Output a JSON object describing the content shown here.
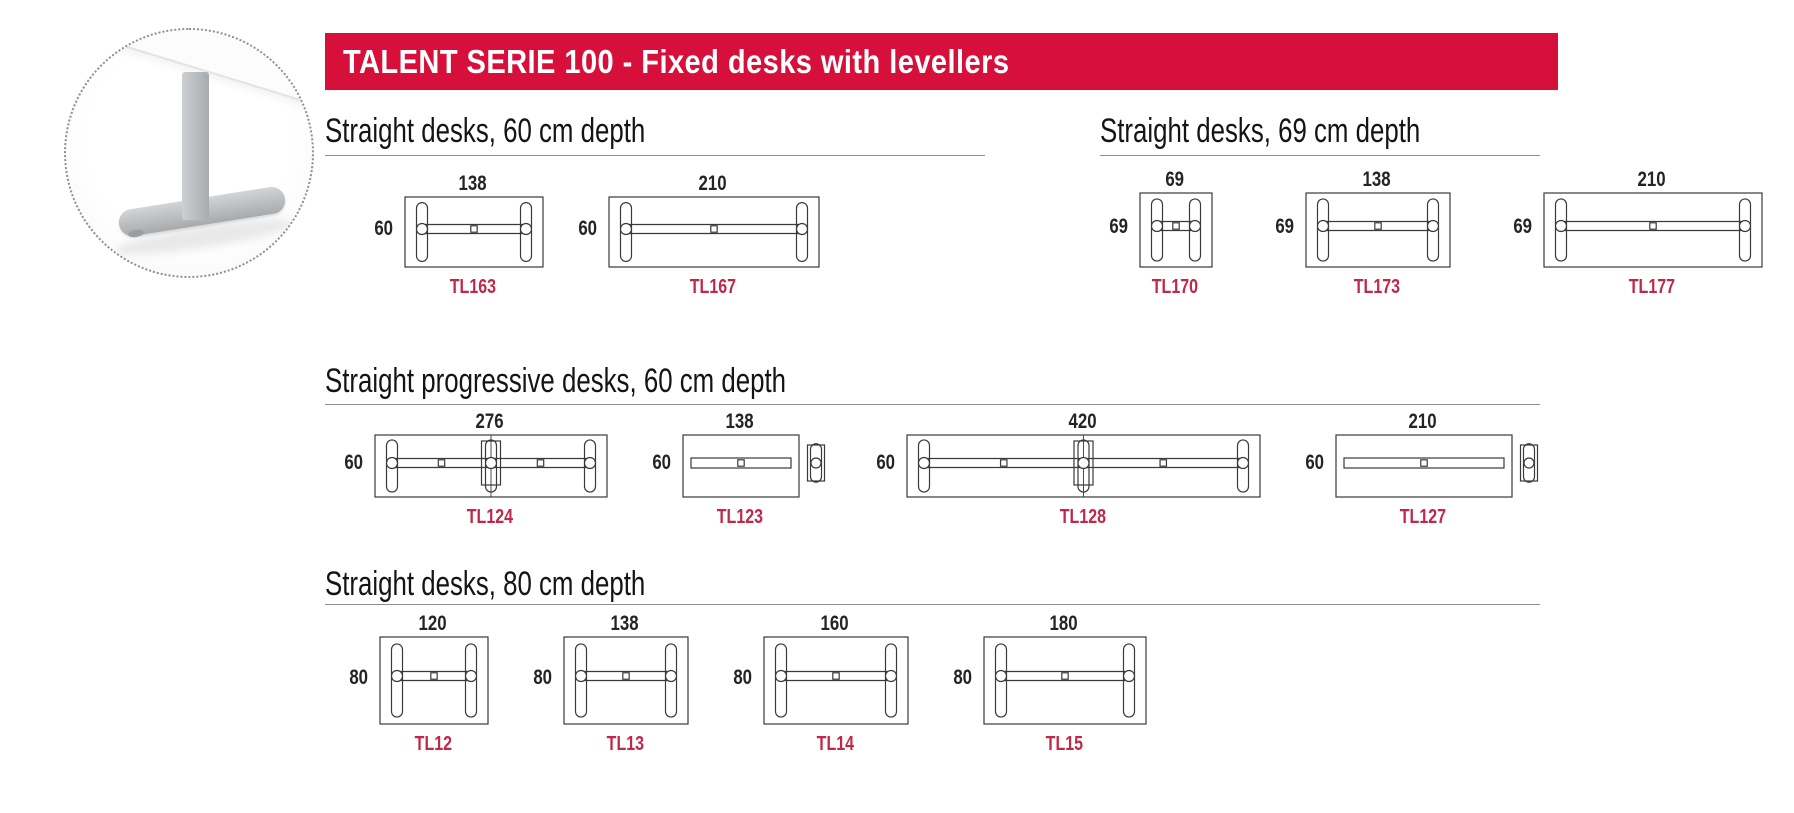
{
  "banner": {
    "title": "TALENT SERIE 100 - Fixed desks with levellers"
  },
  "colors": {
    "banner_bg": "#d6103a",
    "banner_fg": "#ffffff",
    "code": "#bf2848",
    "line": "#3a3a3a",
    "rule": "#8f8f8f"
  },
  "photo": {
    "caption": ""
  },
  "sections": [
    {
      "heading": "Straight desks, 60 cm depth",
      "desks": [
        {
          "width_cm": 138,
          "depth_cm": 60,
          "code": "TL163",
          "type": "standard"
        },
        {
          "width_cm": 210,
          "depth_cm": 60,
          "code": "TL167",
          "type": "standard"
        }
      ]
    },
    {
      "heading": "Straight desks, 69 cm depth",
      "desks": [
        {
          "width_cm": 69,
          "depth_cm": 69,
          "code": "TL170",
          "type": "standard"
        },
        {
          "width_cm": 138,
          "depth_cm": 69,
          "code": "TL173",
          "type": "standard"
        },
        {
          "width_cm": 210,
          "depth_cm": 69,
          "code": "TL177",
          "type": "standard"
        }
      ]
    },
    {
      "heading": "Straight progressive desks, 60 cm depth",
      "desks": [
        {
          "width_cm": 276,
          "depth_cm": 60,
          "code": "TL124",
          "type": "progressive-main"
        },
        {
          "width_cm": 138,
          "depth_cm": 60,
          "code": "TL123",
          "type": "progressive-addon"
        },
        {
          "width_cm": 420,
          "depth_cm": 60,
          "code": "TL128",
          "type": "progressive-main"
        },
        {
          "width_cm": 210,
          "depth_cm": 60,
          "code": "TL127",
          "type": "progressive-addon"
        }
      ]
    },
    {
      "heading": "Straight desks, 80 cm depth",
      "desks": [
        {
          "width_cm": 120,
          "depth_cm": 80,
          "code": "TL12",
          "type": "standard"
        },
        {
          "width_cm": 138,
          "depth_cm": 80,
          "code": "TL13",
          "type": "standard"
        },
        {
          "width_cm": 160,
          "depth_cm": 80,
          "code": "TL14",
          "type": "standard"
        },
        {
          "width_cm": 180,
          "depth_cm": 80,
          "code": "TL15",
          "type": "standard"
        }
      ]
    }
  ]
}
